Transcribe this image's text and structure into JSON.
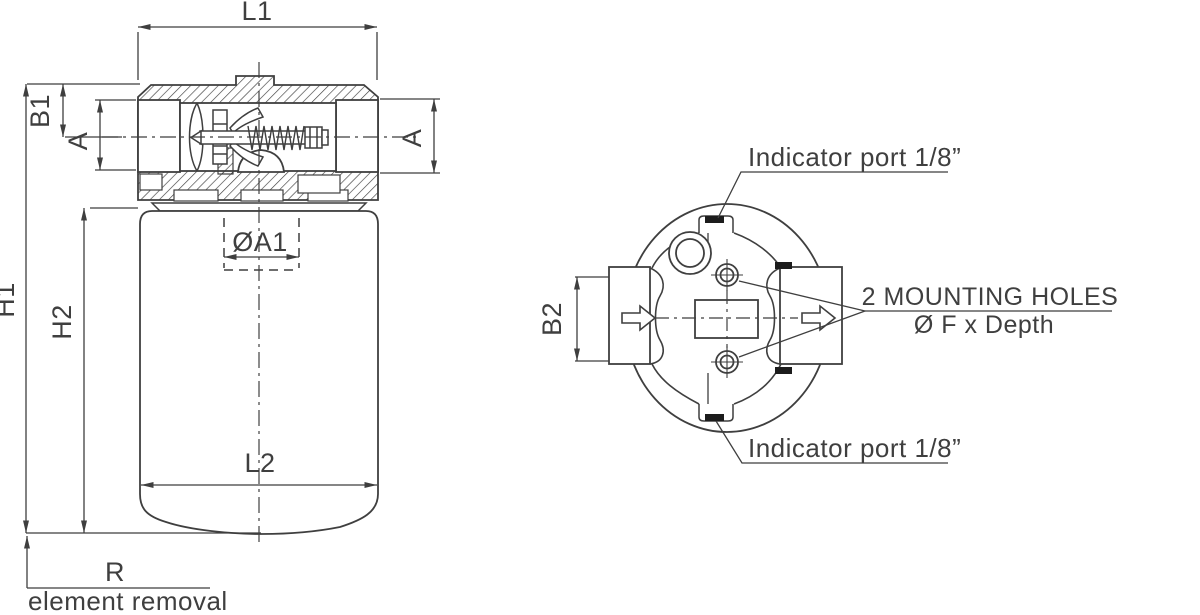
{
  "drawing": {
    "front_view": {
      "dims": {
        "l1": "L1",
        "b1": "B1",
        "a_left": "A",
        "a_right": "A",
        "h1": "H1",
        "h2": "H2",
        "a1_dia": "ØA1",
        "l2": "L2",
        "r": "R"
      },
      "notes": {
        "element_removal": "element removal"
      }
    },
    "top_view": {
      "dims": {
        "b2": "B2"
      },
      "callouts": {
        "indicator_top": "Indicator port 1/8”",
        "indicator_bottom": "Indicator port 1/8”",
        "mounting_line1": "2 MOUNTING HOLES",
        "mounting_line2": "Ø F x Depth"
      }
    },
    "colors": {
      "line": "#3f3f3f",
      "background": "#ffffff",
      "accent_black": "#1c1c1c"
    }
  }
}
